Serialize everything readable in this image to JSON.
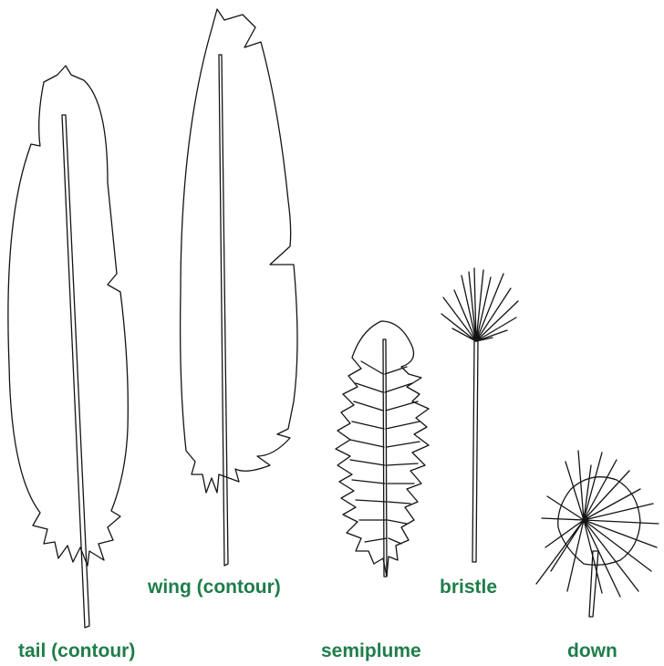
{
  "labels": {
    "tail": "tail (contour)",
    "wing": "wing (contour)",
    "semiplume": "semiplume",
    "bristle": "bristle",
    "down": "down"
  },
  "colors": {
    "label": "#1f7d4a",
    "ink": "#141414",
    "background": "#ffffff"
  }
}
